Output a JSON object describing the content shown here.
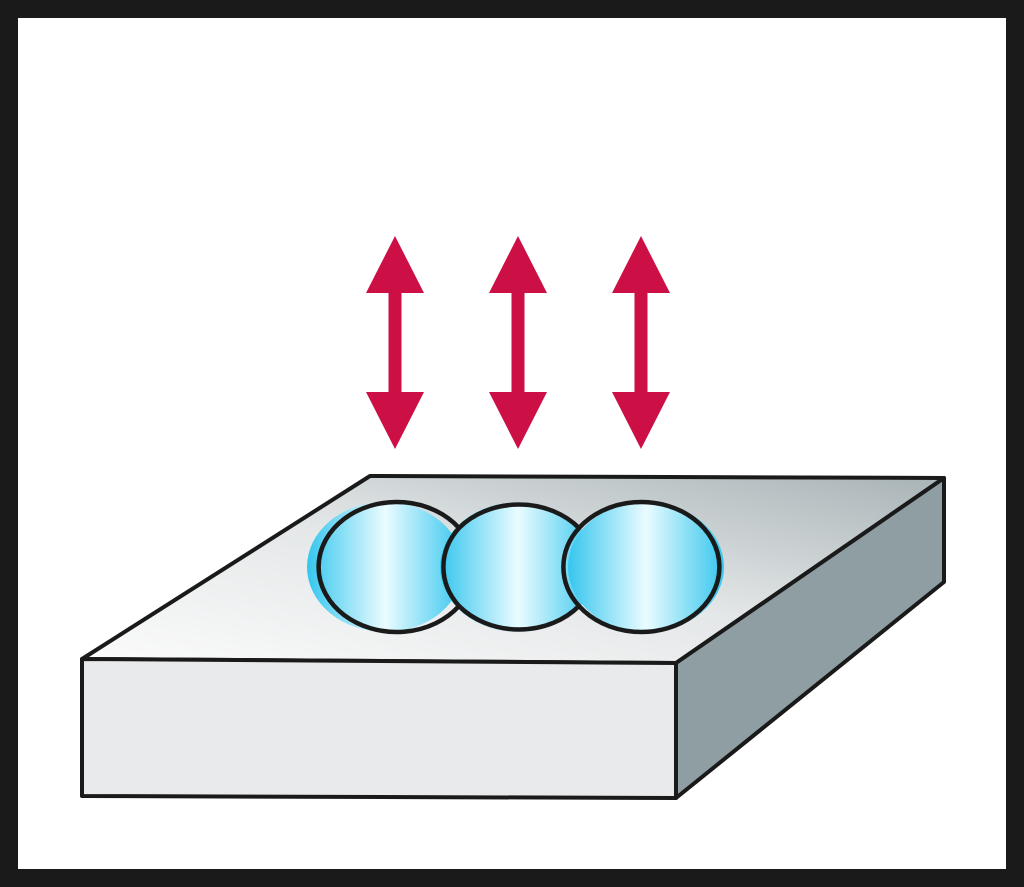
{
  "icon": {
    "name": "plunge-milling-pocket-icon",
    "description_visible_text": ""
  },
  "colors": {
    "frame": "#1a1a1a",
    "background": "#ffffff",
    "arrow": "#cc0f45",
    "block_front": "#e8eaeb",
    "block_side": "#8e9ea2",
    "block_top_light": "#fbfbfb",
    "block_top_dark": "#a8b3b6",
    "pocket_edge": "#36c6ee",
    "pocket_center": "#eafcff",
    "outline": "#1a1a1a"
  },
  "arrows": [
    {
      "name": "plunge-arrow-left"
    },
    {
      "name": "plunge-arrow-center"
    },
    {
      "name": "plunge-arrow-right"
    }
  ],
  "pockets": [
    {
      "name": "pocket-left"
    },
    {
      "name": "pocket-center"
    },
    {
      "name": "pocket-right"
    }
  ]
}
